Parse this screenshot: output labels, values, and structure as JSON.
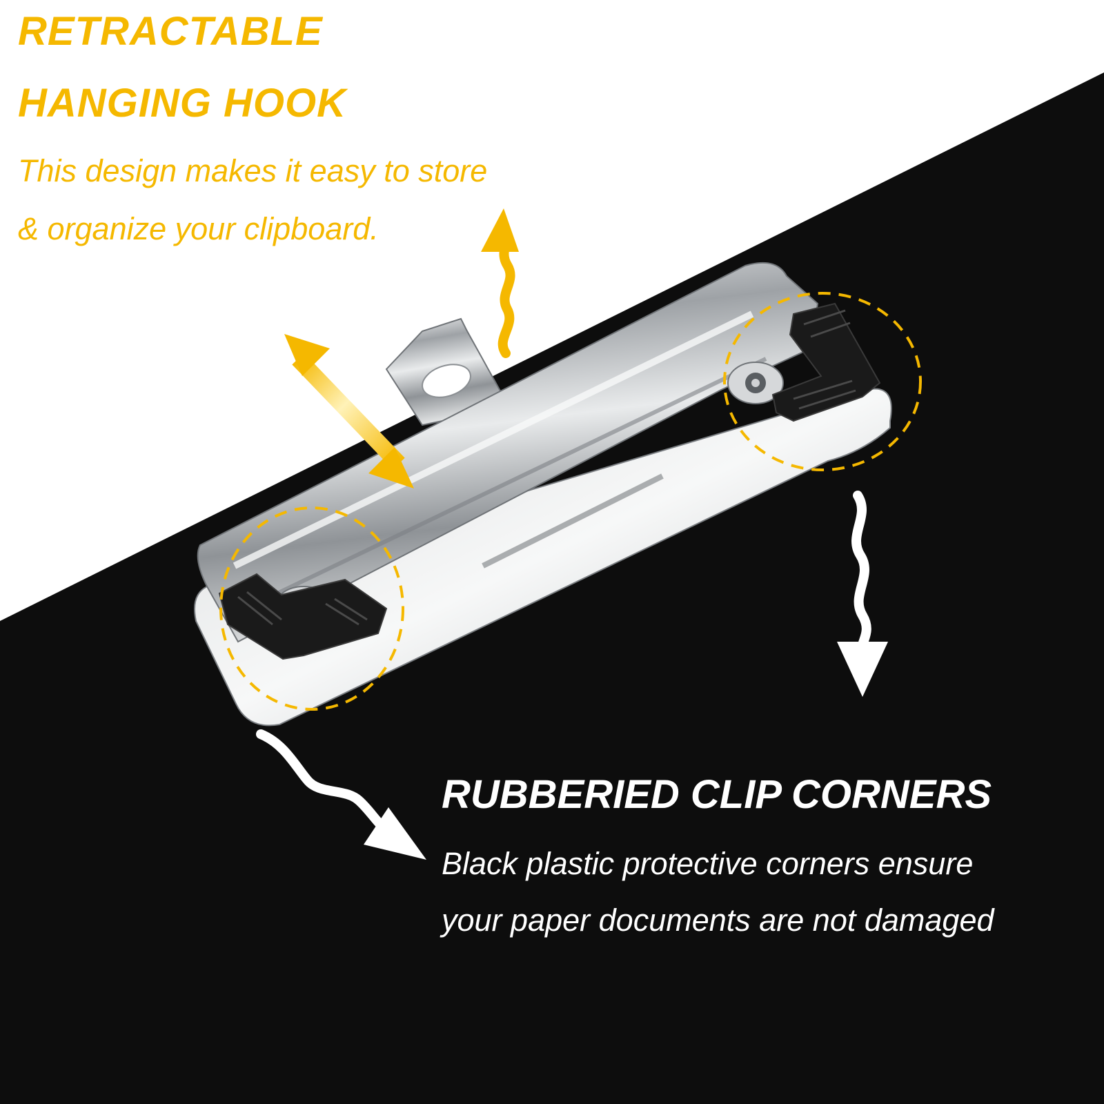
{
  "hook": {
    "title_line1": "RETRACTABLE",
    "title_line2": "HANGING HOOK",
    "desc_line1": "This design makes it easy to store",
    "desc_line2": "& organize your clipboard."
  },
  "corners": {
    "title": "RUBBERIED CLIP CORNERS",
    "desc_line1": "Black plastic protective corners ensure",
    "desc_line2": "your paper documents are not damaged"
  },
  "colors": {
    "accent_yellow": "#f5b800",
    "board_black": "#0d0d0d",
    "white": "#ffffff",
    "metal": "#c9cbcc"
  },
  "icons": [
    "wavy-arrow-up-icon",
    "double-arrow-icon",
    "wavy-arrow-down-icon",
    "wavy-arrow-right-icon",
    "dashed-circle-highlight"
  ]
}
